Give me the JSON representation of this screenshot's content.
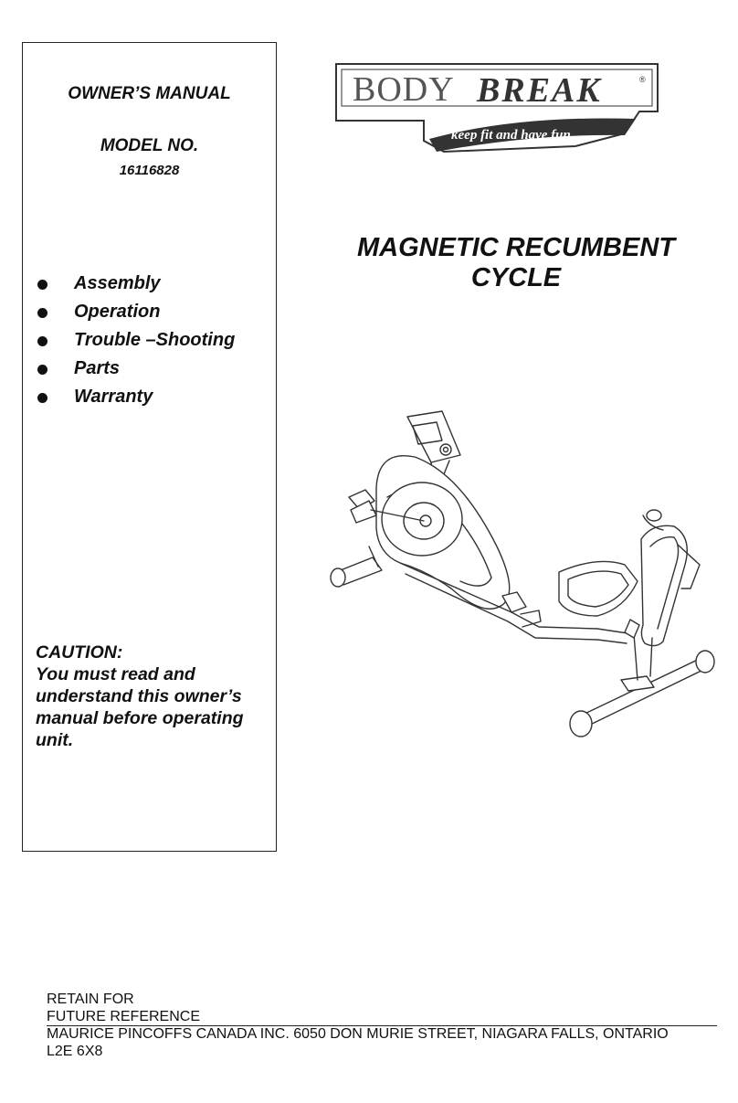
{
  "left_panel": {
    "manual_title": "OWNER’S MANUAL",
    "model_label": "MODEL NO.",
    "model_number": "16116828",
    "bullets": [
      "Assembly",
      "Operation",
      "Trouble –Shooting",
      "Parts",
      "Warranty"
    ],
    "caution_title": "CAUTION:",
    "caution_text": "You must read and understand this owner’s manual before operating unit."
  },
  "logo": {
    "brand_left": "BODY",
    "brand_right": "BREAK",
    "tagline": "keep fit and have fun",
    "registered": "®"
  },
  "product_title_line1": "MAGNETIC RECUMBENT",
  "product_title_line2": "CYCLE",
  "footer": {
    "retain": "RETAIN FOR",
    "future": "FUTURE REFERENCE",
    "company": "MAURICE PINCOFFS CANADA INC. 6050 DON MURIE STREET, NIAGARA FALLS, ONTARIO",
    "postal": "L2E 6X8"
  }
}
